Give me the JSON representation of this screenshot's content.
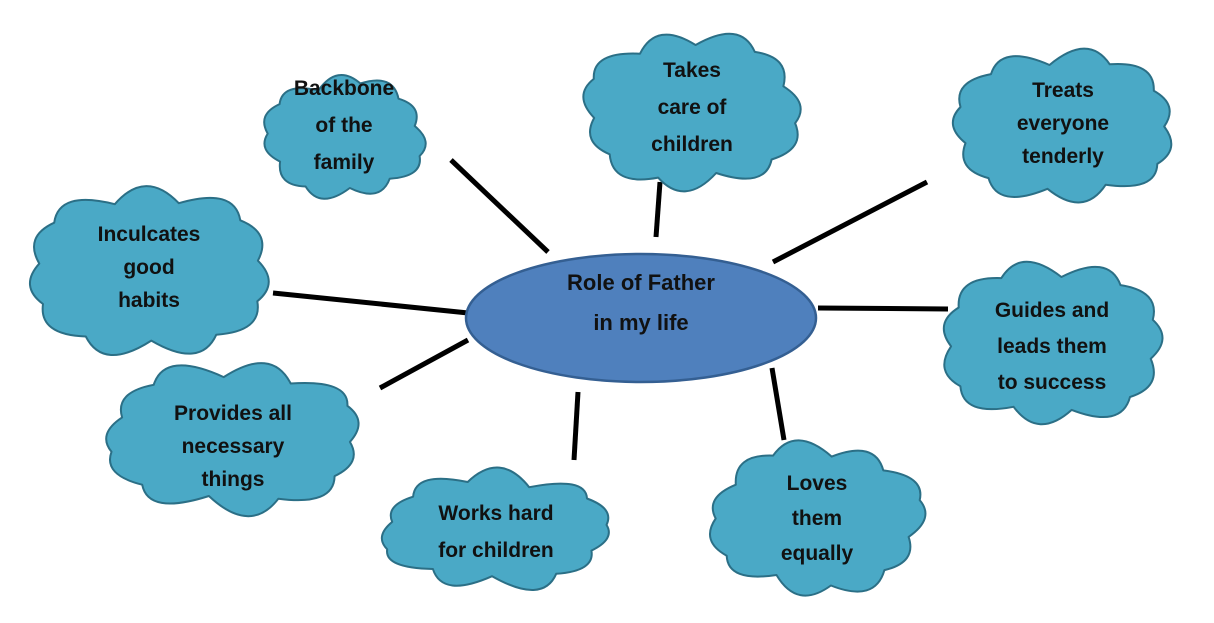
{
  "center": {
    "lines": [
      "Role of Father",
      "in my life"
    ]
  },
  "nodes": [
    {
      "id": "backbone",
      "lines": [
        "Backbone",
        "of the",
        "family"
      ]
    },
    {
      "id": "takes-care",
      "lines": [
        "Takes",
        "care of",
        "children"
      ]
    },
    {
      "id": "treats",
      "lines": [
        "Treats",
        "everyone",
        "tenderly"
      ]
    },
    {
      "id": "inculcates",
      "lines": [
        "Inculcates",
        "good",
        "habits"
      ]
    },
    {
      "id": "guides",
      "lines": [
        "Guides and",
        "leads them",
        "to success"
      ]
    },
    {
      "id": "provides",
      "lines": [
        "Provides all",
        "necessary",
        "things"
      ]
    },
    {
      "id": "works-hard",
      "lines": [
        "Works hard",
        "for children"
      ]
    },
    {
      "id": "loves",
      "lines": [
        "Loves",
        "them",
        "equally"
      ]
    }
  ],
  "colors": {
    "cloud_fill": "#4aa9c6",
    "cloud_stroke": "#2b6f86",
    "center_fill": "#4f80bd",
    "center_stroke": "#345f92",
    "connector": "#000000",
    "text": "#111111"
  }
}
